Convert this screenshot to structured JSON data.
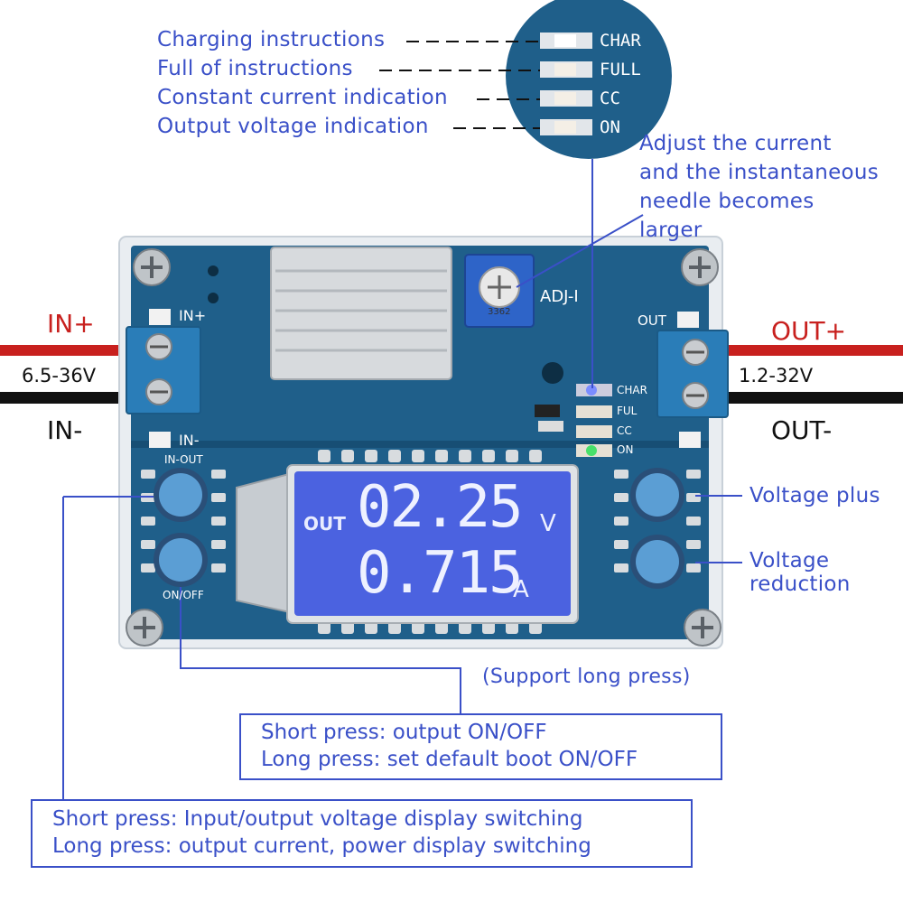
{
  "led_callouts": [
    {
      "text": "Charging instructions"
    },
    {
      "text": "Full of instructions"
    },
    {
      "text": "Constant current indication"
    },
    {
      "text": "Output voltage indication"
    }
  ],
  "led_labels": [
    "CHAR",
    "FULL",
    "CC",
    "ON"
  ],
  "led_labels_board": [
    "CHAR",
    "FUL",
    "CC",
    "ON"
  ],
  "adjust_note": [
    "Adjust the current",
    "and the instantaneous",
    "needle becomes",
    "larger"
  ],
  "input": {
    "plus": "IN+",
    "minus": "IN-",
    "range": "6.5-36V"
  },
  "output": {
    "plus": "OUT+",
    "minus": "OUT-",
    "range": "1.2-32V"
  },
  "board": {
    "in_plus": "IN+",
    "in_minus": "IN-",
    "adj": "ADJ-I",
    "out_marker": "OUT",
    "in_out_btn": "IN-OUT",
    "on_off_btn": "ON/OFF",
    "pot_code": "3362"
  },
  "lcd": {
    "mode": "OUT",
    "voltage": "02.25",
    "voltage_unit": "V",
    "current": "0.715",
    "current_unit": "A"
  },
  "right_buttons": {
    "plus": "Voltage plus",
    "reduction": [
      "Voltage",
      "reduction"
    ]
  },
  "support_note": "(Support long press)",
  "box1": [
    "Short press: output ON/OFF",
    "Long press: set default boot ON/OFF"
  ],
  "box2": [
    "Short press: Input/output voltage display switching",
    "Long press: output current, power display switching"
  ],
  "colors": {
    "accent": "#3a50c8",
    "board": "#1f5f8a",
    "wire_red": "#c8201e",
    "lcd": "#4b62e0"
  }
}
